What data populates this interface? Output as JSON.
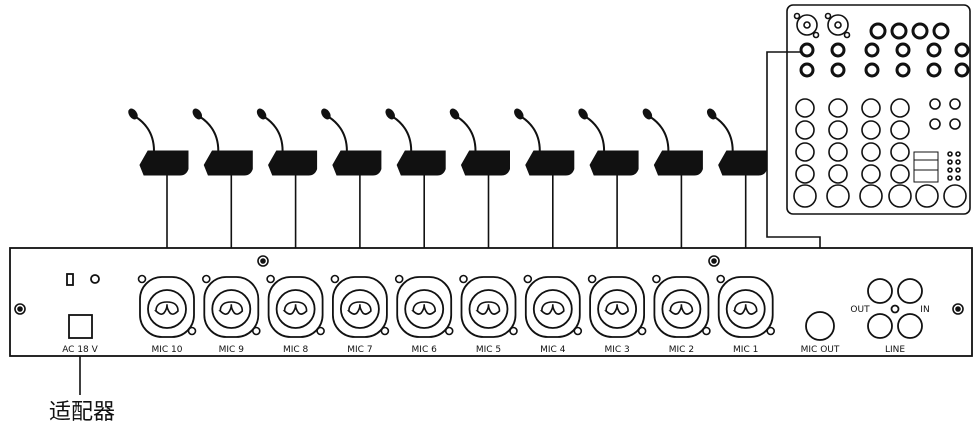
{
  "panel": {
    "power_label": "AC 18 V",
    "mic_channels": [
      "MIC 10",
      "MIC 9",
      "MIC 8",
      "MIC 7",
      "MIC 6",
      "MIC 5",
      "MIC 4",
      "MIC 3",
      "MIC 2",
      "MIC 1"
    ],
    "mic_out_label": "MIC OUT",
    "line_label": "LINE",
    "line_out_label": "OUT",
    "line_in_label": "IN"
  },
  "adapter_label": "适配器",
  "icons": [
    "gooseneck-microphone-icon",
    "xlr-jack-icon",
    "screw-icon",
    "power-switch-icon",
    "mixer-console-icon"
  ],
  "colors": {
    "line": "#111111",
    "fill": "#ffffff"
  }
}
